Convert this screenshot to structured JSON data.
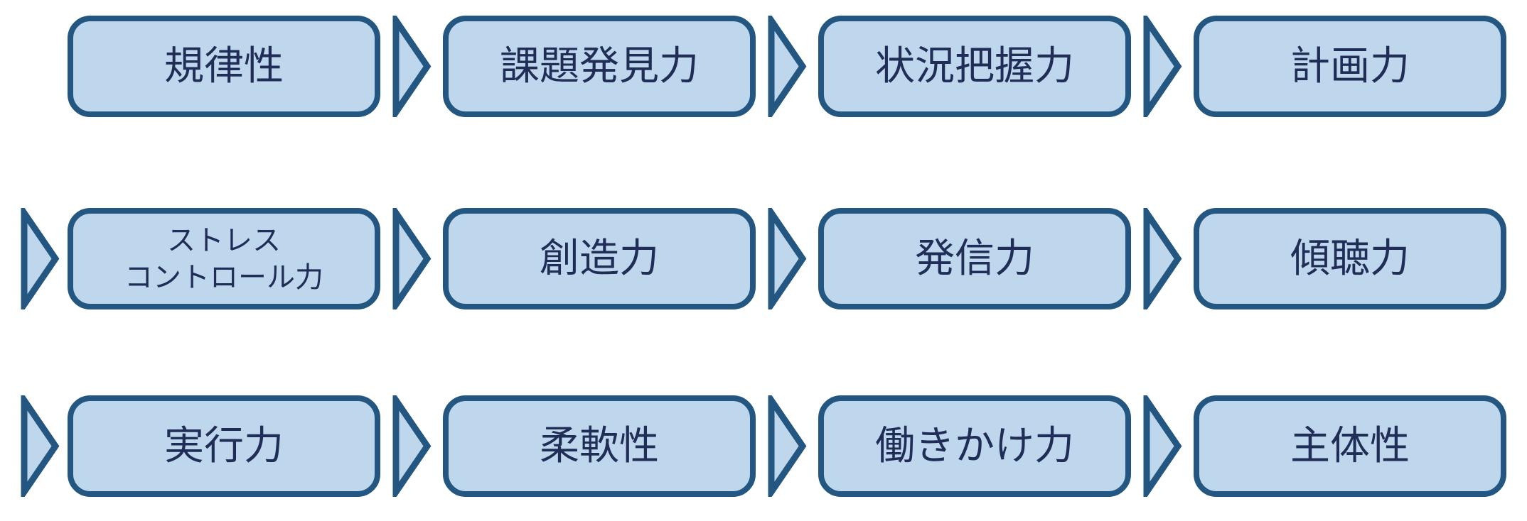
{
  "diagram": {
    "type": "flow",
    "description": "Three-row wrap-around flow of competency boxes connected by chevron arrows",
    "colors": {
      "box_fill": "#BFD7EC",
      "box_border": "#235680",
      "text": "#1F2D57",
      "background": "#FFFFFF"
    },
    "rows": [
      {
        "leading_arrow": false,
        "boxes": [
          "規律性",
          "課題発見力",
          "状況把握力",
          "計画力"
        ]
      },
      {
        "leading_arrow": true,
        "boxes": [
          "ストレス\nコントロール力",
          "創造力",
          "発信力",
          "傾聴力"
        ]
      },
      {
        "leading_arrow": true,
        "boxes": [
          "実行力",
          "柔軟性",
          "働きかけ力",
          "主体性"
        ]
      }
    ]
  }
}
